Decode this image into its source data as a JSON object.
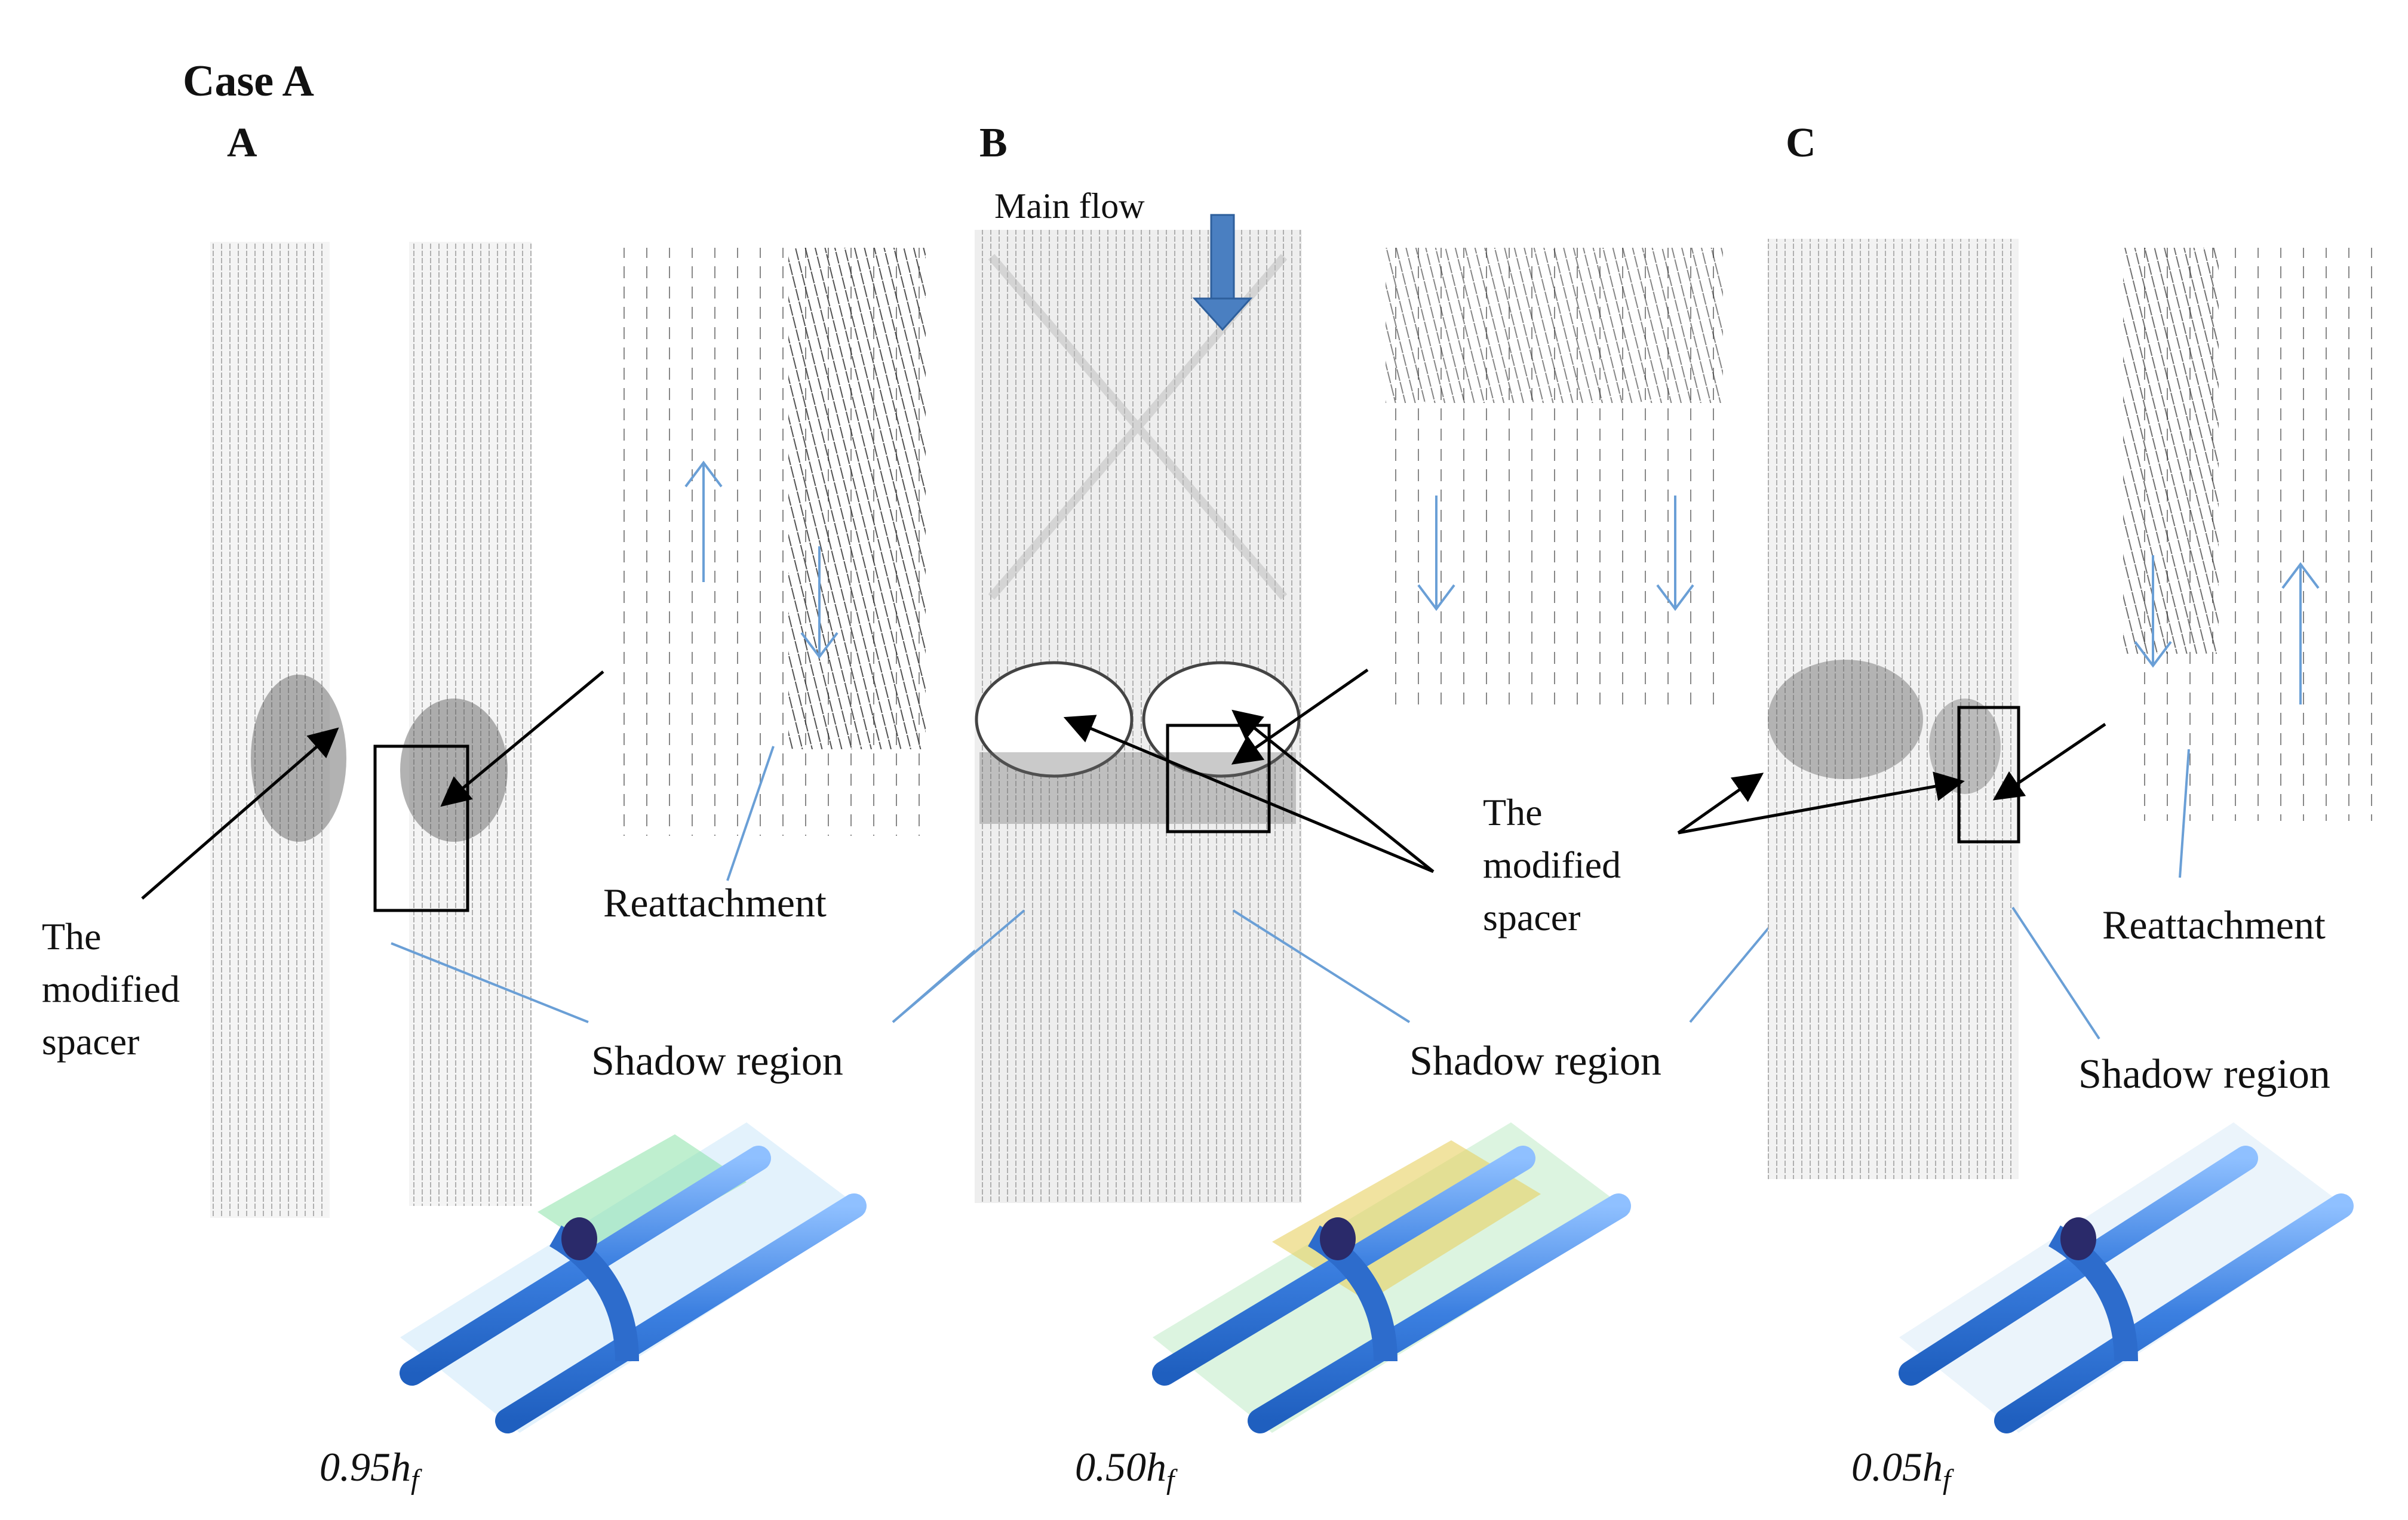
{
  "title": "Case A",
  "panels": [
    {
      "letter": "A",
      "height_prefix": "0.95h",
      "height_sub": "f",
      "spacer_label": [
        "The",
        "modified",
        "spacer"
      ],
      "reattachment_label": "Reattachment",
      "shadow_label": "Shadow region"
    },
    {
      "letter": "B",
      "height_prefix": "0.50h",
      "height_sub": "f",
      "main_flow_label": "Main flow",
      "spacer_label": [
        "The",
        "modified",
        "spacer"
      ],
      "shadow_label": "Shadow region"
    },
    {
      "letter": "C",
      "height_prefix": "0.05h",
      "height_sub": "f",
      "reattachment_label": "Reattachment",
      "shadow_label": "Shadow region"
    }
  ],
  "colors": {
    "flow_arrow": "#6a9fd6",
    "main_flow_arrow": "#4a7fc1",
    "leader_line": "#6a9fd6",
    "pointer_arrow": "#000000",
    "spacer_tube": "#3b7fe0"
  }
}
